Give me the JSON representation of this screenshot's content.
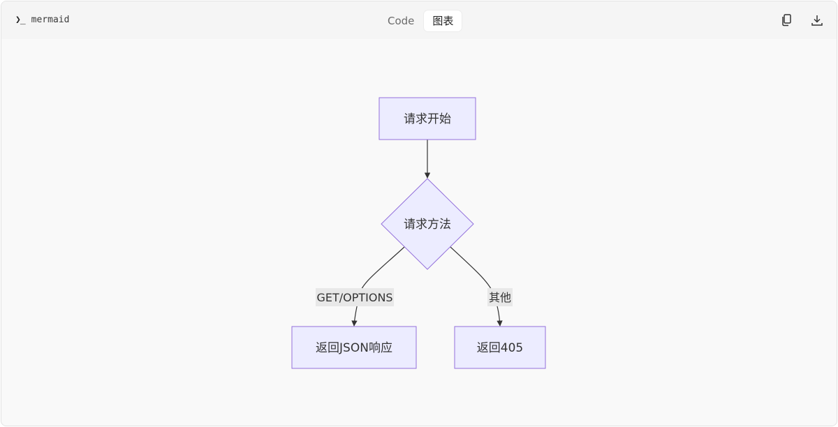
{
  "toolbar": {
    "language_label": "mermaid",
    "prompt_glyph": "❯_",
    "tabs": [
      {
        "label": "Code",
        "active": false
      },
      {
        "label": "图表",
        "active": true
      }
    ],
    "icons": [
      "copy-icon",
      "download-icon"
    ]
  },
  "diagram": {
    "nodes": {
      "start": {
        "label": "请求开始",
        "shape": "rect"
      },
      "decision": {
        "label": "请求方法",
        "shape": "diamond"
      },
      "json": {
        "label": "返回JSON响应",
        "shape": "rect"
      },
      "r405": {
        "label": "返回405",
        "shape": "rect"
      }
    },
    "edges": [
      {
        "from": "start",
        "to": "decision",
        "label": ""
      },
      {
        "from": "decision",
        "to": "json",
        "label": "GET/OPTIONS"
      },
      {
        "from": "decision",
        "to": "r405",
        "label": "其他"
      }
    ],
    "colors": {
      "node_fill": "#ececff",
      "node_stroke": "#9370db",
      "edge": "#333333",
      "edge_label_bg": "#e8e8e8"
    }
  }
}
